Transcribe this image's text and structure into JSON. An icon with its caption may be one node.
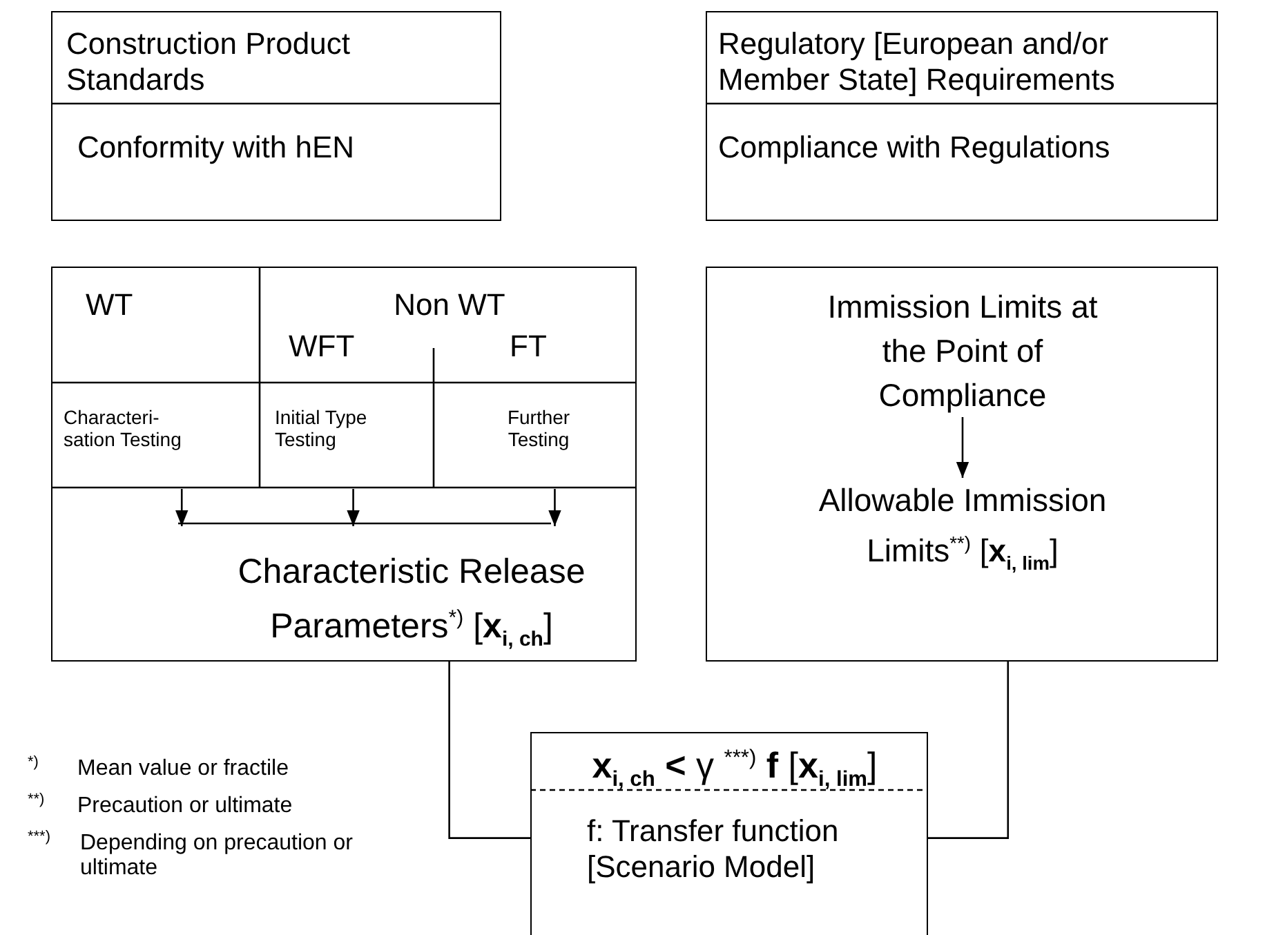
{
  "diagram": {
    "nodes": [
      {
        "text": [
          "Construction Product Standards",
          "Conformity with hEN"
        ]
      },
      {
        "text": [
          "Regulatory [European and/or Member State] Requirements",
          "Compliance with Regulations"
        ]
      },
      {
        "text": [],
        "shape": "box"
      },
      {
        "text": [
          "WT"
        ],
        "in": 2
      },
      {
        "text": [
          "Non WT"
        ],
        "in": 2
      },
      {
        "text": [
          "WFT"
        ],
        "in": 4
      },
      {
        "text": [
          "FT"
        ],
        "in": 4
      },
      {
        "text": [
          "Characteri- sation Testing"
        ],
        "in": 2
      },
      {
        "text": [
          "Initial Type Testing"
        ],
        "in": 2
      },
      {
        "text": [
          "Further Testing"
        ],
        "in": 2
      },
      {
        "text": [
          "Characteristic Release Parameters$^{*)}$ [**x**$_{i, ch}$]"
        ],
        "in": 2
      },
      {
        "text": [],
        "shape": "box"
      },
      {
        "text": [
          "Immission Limits at the Point of Compliance"
        ],
        "in": 11
      },
      {
        "text": [
          "Allowable Immission Limits$^{**)}$ [**x**$_{i, lim}$]"
        ],
        "in": 11
      },
      {
        "text": [
          "**x**$_{i, ch}$ **<** γ $^{***)}$ **f** [**x**$_{i, lim}$]",
          "f: Transfer function [Scenario Model]"
        ]
      }
    ],
    "edges": [
      {
        "from": 7,
        "to": 10,
        "arrow": "to"
      },
      {
        "from": 8,
        "to": 10,
        "arrow": "to"
      },
      {
        "from": 9,
        "to": 10,
        "arrow": "to"
      },
      {
        "from": 12,
        "to": 13,
        "arrow": "to"
      },
      {
        "from": 2,
        "to": 14,
        "arrow": "none"
      },
      {
        "from": 11,
        "to": 14,
        "arrow": "none"
      }
    ],
    "labels": [
      "*)",
      "Mean value or fractile",
      "**)",
      "Precaution or ultimate",
      "***)",
      "Depending on precaution or ultimate"
    ]
  }
}
